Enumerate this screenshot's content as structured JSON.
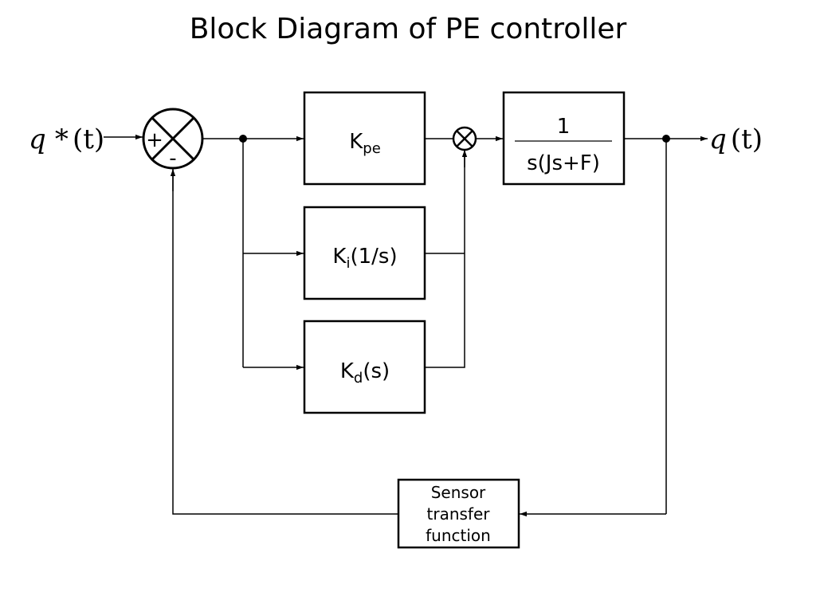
{
  "title": "Block Diagram of PE controller",
  "input_signal": {
    "symbol": "q",
    "operator": "*",
    "argument": "(t)"
  },
  "output_signal": {
    "symbol": "q",
    "argument": "(t)"
  },
  "summing_junction": {
    "plus": "+",
    "minus": "-"
  },
  "blocks": {
    "kpe": {
      "main": "K",
      "sub": "pe"
    },
    "ki": {
      "main": "K",
      "sub": "i",
      "rest": "(1/s)"
    },
    "kd": {
      "main": "K",
      "sub": "d",
      "rest": "(s)"
    },
    "plant": {
      "numerator": "1",
      "denominator": "s(Js+F)"
    },
    "sensor": {
      "lines": [
        "Sensor",
        "transfer",
        "function"
      ]
    }
  }
}
